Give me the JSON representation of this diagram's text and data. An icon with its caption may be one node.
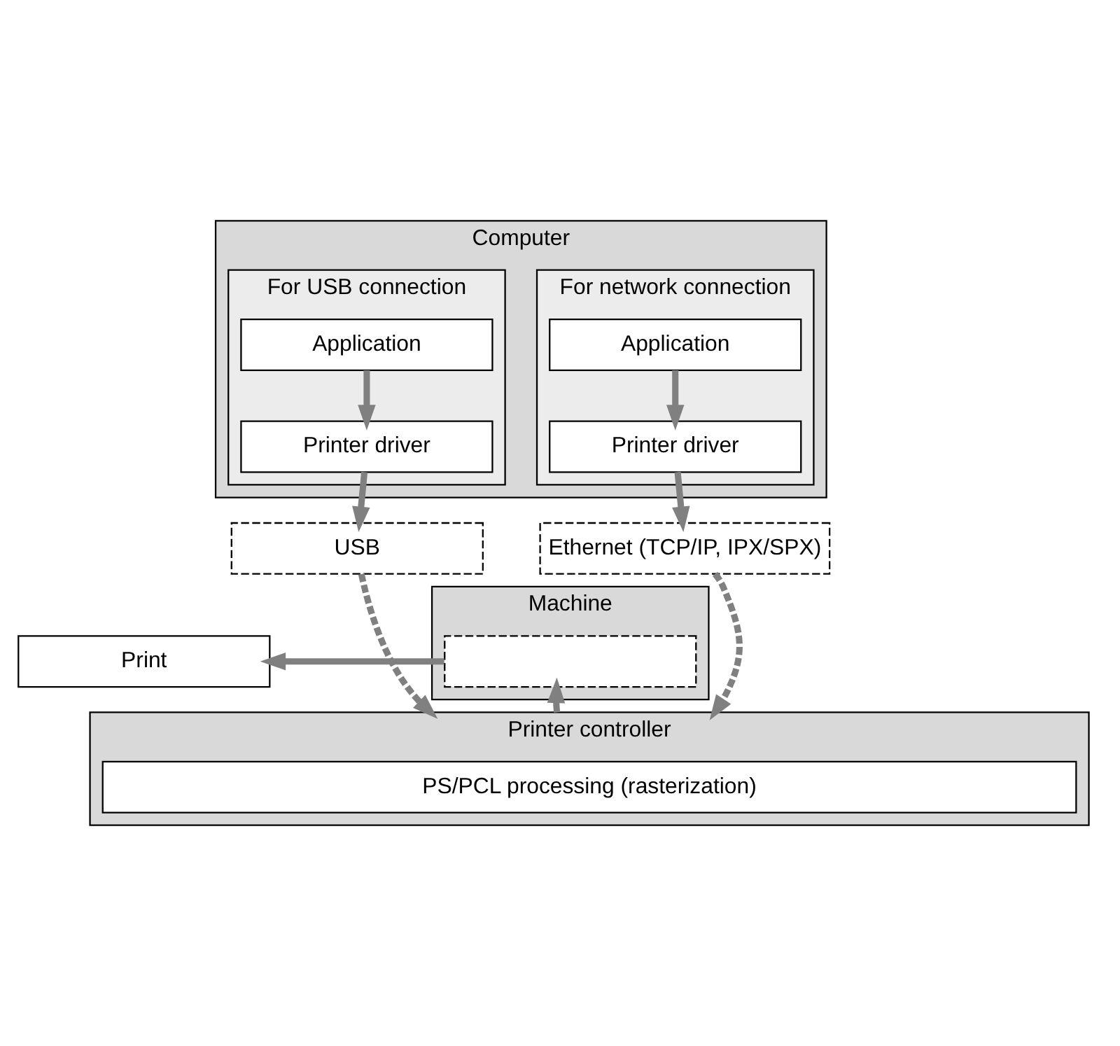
{
  "diagram": {
    "nodes": [
      {
        "text": [
          "Computer"
        ]
      },
      {
        "text": [
          "For USB connection"
        ],
        "in": 0
      },
      {
        "text": [
          "Application"
        ],
        "in": 1
      },
      {
        "text": [
          "Printer driver"
        ],
        "in": 1
      },
      {
        "text": [
          "USB"
        ]
      },
      {
        "text": [
          "For network connection"
        ],
        "in": 0
      },
      {
        "text": [
          "Application"
        ],
        "in": 5
      },
      {
        "text": [
          "Printer driver"
        ],
        "in": 5
      },
      {
        "text": [
          "Ethernet (TCP/IP, IPX/SPX)"
        ]
      },
      {
        "text": [
          "Machine"
        ]
      },
      {
        "text": [],
        "shape": "box",
        "in": 9
      },
      {
        "text": [
          "Print"
        ]
      },
      {
        "text": [
          "Printer controller"
        ]
      },
      {
        "text": [
          "PS/PCL processing (rasterization)"
        ],
        "in": 12
      }
    ],
    "edges": [
      {
        "from": 2,
        "to": 3,
        "arrow": "to"
      },
      {
        "from": 3,
        "to": 4,
        "arrow": "to"
      },
      {
        "from": 6,
        "to": 7,
        "arrow": "to"
      },
      {
        "from": 7,
        "to": 8,
        "arrow": "to"
      },
      {
        "from": 4,
        "to": 12,
        "arrow": "to",
        "style": "dashed"
      },
      {
        "from": 8,
        "to": 12,
        "arrow": "to",
        "style": "dashed"
      },
      {
        "from": 12,
        "to": 10,
        "arrow": "to"
      },
      {
        "from": 10,
        "to": 11,
        "arrow": "to"
      }
    ]
  }
}
